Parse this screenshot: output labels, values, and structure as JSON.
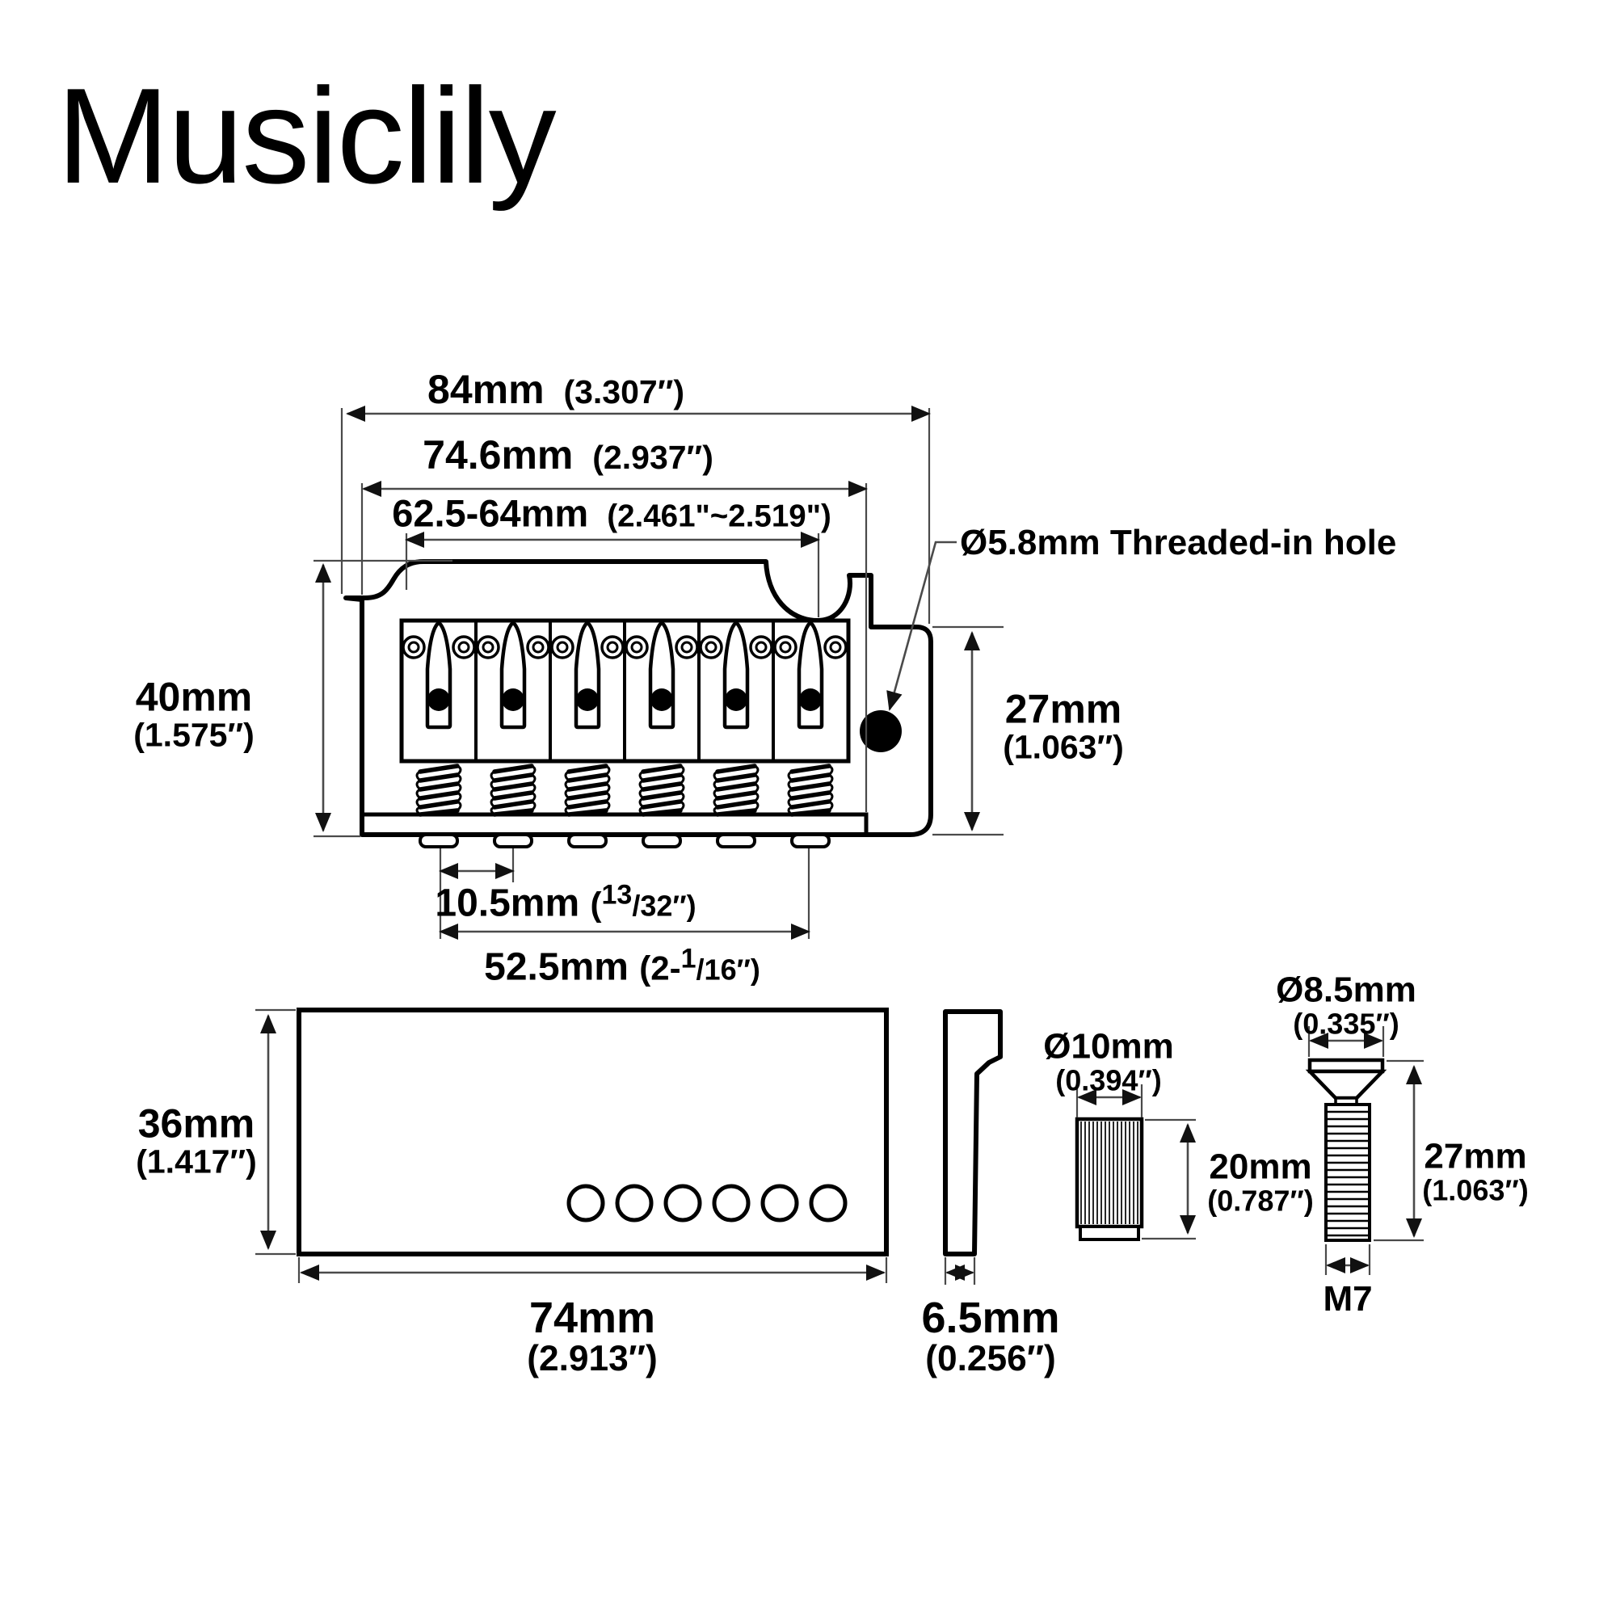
{
  "brand": "Musiclily",
  "colors": {
    "ink": "#000000",
    "dim_line": "#4a4a4a",
    "bg": "#ffffff"
  },
  "top_view": {
    "hole_note": "Ø5.8mm Threaded-in hole",
    "overall_width": {
      "mm": "84mm",
      "inch": "(3.307″)"
    },
    "plate_width": {
      "mm": "74.6mm",
      "inch": "(2.937″)"
    },
    "mount_spacing": {
      "mm": "62.5-64mm",
      "inch": "(2.461\"~2.519\")"
    },
    "overall_height": {
      "mm": "40mm",
      "inch": "(1.575″)"
    },
    "body_height": {
      "mm": "27mm",
      "inch": "(1.063″)"
    },
    "string_pitch": {
      "mm": "10.5mm",
      "inch_open": "(",
      "inch_sup": "13",
      "inch_rest": "/32″)"
    },
    "string_span": {
      "mm": "52.5mm",
      "inch_open": "(2-",
      "inch_sup": "1",
      "inch_rest": "/16″)"
    }
  },
  "block_front_view": {
    "height": {
      "mm": "36mm",
      "inch": "(1.417″)"
    },
    "width": {
      "mm": "74mm",
      "inch": "(2.913″)"
    }
  },
  "block_side_view": {
    "thickness": {
      "mm": "6.5mm",
      "inch": "(0.256″)"
    }
  },
  "insert_view": {
    "diameter": {
      "mm": "Ø10mm",
      "inch": "(0.394″)"
    },
    "length": {
      "mm": "20mm",
      "inch": "(0.787″)"
    }
  },
  "stud_view": {
    "head_diameter": {
      "mm": "Ø8.5mm",
      "inch": "(0.335″)"
    },
    "length": {
      "mm": "27mm",
      "inch": "(1.063″)"
    },
    "thread": "M7"
  }
}
